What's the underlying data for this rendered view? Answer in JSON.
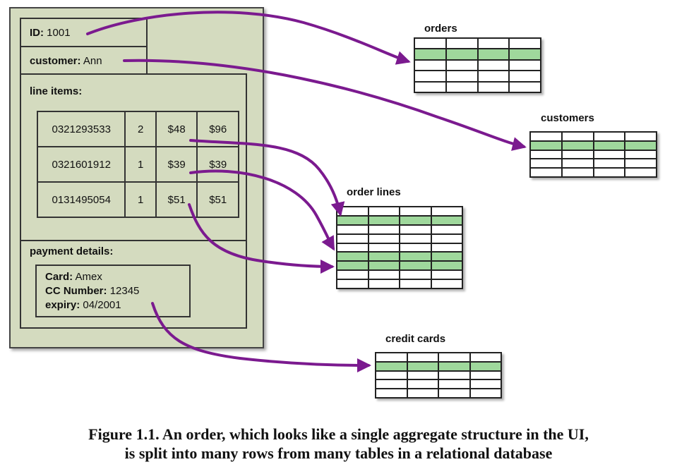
{
  "aggregate": {
    "id": {
      "label": "ID:",
      "value": "1001"
    },
    "customer": {
      "label": "customer:",
      "value": "Ann"
    },
    "line_items": {
      "label": "line items:",
      "rows": [
        [
          "0321293533",
          "2",
          "$48",
          "$96"
        ],
        [
          "0321601912",
          "1",
          "$39",
          "$39"
        ],
        [
          "0131495054",
          "1",
          "$51",
          "$51"
        ]
      ]
    },
    "payment": {
      "label": "payment details:",
      "card": {
        "label": "Card:",
        "value": "Amex"
      },
      "cc_number": {
        "label": "CC Number:",
        "value": "12345"
      },
      "expiry": {
        "label": "expiry:",
        "value": "04/2001"
      }
    }
  },
  "db_tables": {
    "orders": {
      "title": "orders",
      "rows": 5,
      "cols": 4,
      "highlighted_rows": [
        1
      ]
    },
    "customers": {
      "title": "customers",
      "rows": 5,
      "cols": 4,
      "highlighted_rows": [
        1
      ]
    },
    "order_lines": {
      "title": "order lines",
      "rows": 9,
      "cols": 4,
      "highlighted_rows": [
        1,
        5,
        6
      ]
    },
    "credit_cards": {
      "title": "credit cards",
      "rows": 5,
      "cols": 4,
      "highlighted_rows": [
        1
      ]
    }
  },
  "colors": {
    "aggregate_bg": "#d4dbbf",
    "highlight_row": "#9fd89c",
    "arrow": "#7b1a8f"
  },
  "caption": {
    "line1": "Figure 1.1. An order, which looks like a single aggregate structure in the UI,",
    "line2": "is split into many rows from many tables in a relational database"
  }
}
